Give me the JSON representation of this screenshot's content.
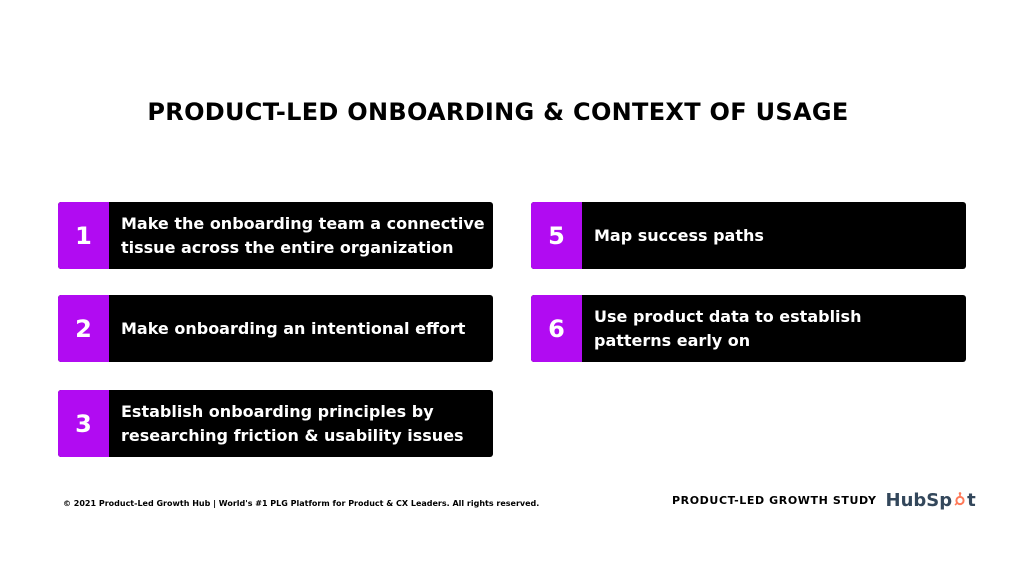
{
  "title": "PRODUCT-LED ONBOARDING & CONTEXT OF USAGE",
  "items": [
    {
      "number": "1",
      "line1": "Make the onboarding team a connective",
      "line2": "tissue across the entire organization"
    },
    {
      "number": "2",
      "line1": "Make onboarding an intentional effort",
      "line2": ""
    },
    {
      "number": "3",
      "line1": "Establish onboarding principles by",
      "line2": "researching friction & usability issues"
    },
    {
      "number": "5",
      "line1": "Map success paths",
      "line2": ""
    },
    {
      "number": "6",
      "line1": "Use product data to establish",
      "line2": "patterns early on"
    }
  ],
  "footer": {
    "copyright": "© 2021 Product-Led Growth Hub | World's #1 PLG Platform for Product & CX Leaders. All rights reserved.",
    "study": "PRODUCT-LED GROWTH STUDY",
    "logo_text_a": "HubSp",
    "logo_text_b": "t"
  },
  "colors": {
    "accent": "#b10bf2",
    "card": "#000000",
    "logo": "#33475b",
    "logo_sprocket": "#ff7a59"
  },
  "icons": {
    "logo": "hubspot-sprocket-icon"
  }
}
